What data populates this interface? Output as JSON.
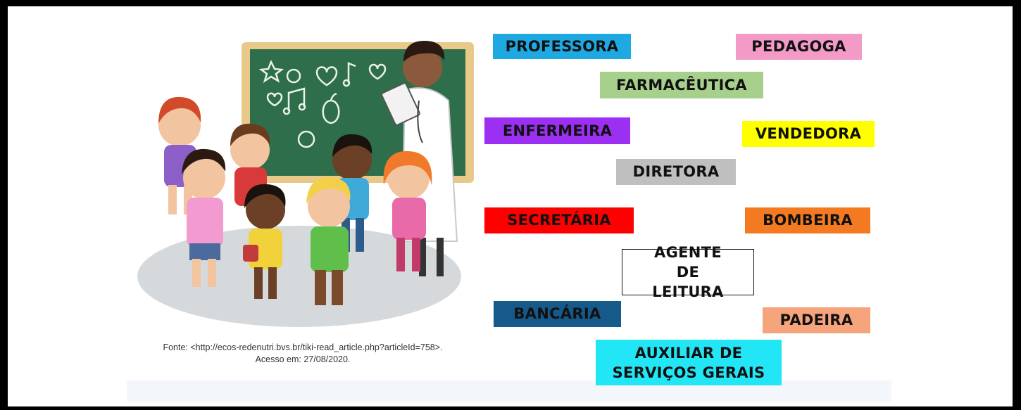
{
  "colors": {
    "board": "#2f6e4a",
    "board_frame": "#e8c98a"
  },
  "labels": [
    {
      "text": "PROFESSORA",
      "color": "#1fa9e3"
    },
    {
      "text": "PEDAGOGA",
      "color": "#f49ac6"
    },
    {
      "text": "FARMACÊUTICA",
      "color": "#a8d08d"
    },
    {
      "text": "ENFERMEIRA",
      "color": "#9b30f2"
    },
    {
      "text": "VENDEDORA",
      "color": "#ffff00"
    },
    {
      "text": "DIRETORA",
      "color": "#bfbfbf"
    },
    {
      "text": "SECRETÁRIA",
      "color": "#ff0000"
    },
    {
      "text": "BOMBEIRA",
      "color": "#f47a22"
    },
    {
      "text": "AGENTE DE LEITURA",
      "color": "#ffffff"
    },
    {
      "text": "BANCÁRIA",
      "color": "#155a8a"
    },
    {
      "text": "PADEIRA",
      "color": "#f6a47c"
    },
    {
      "text": "AUXILIAR DE SERVIÇOS GERAIS",
      "color": "#22e6f5"
    }
  ],
  "caption": {
    "line1": "Fonte: <http://ecos-redenutri.bvs.br/tiki-read_article.php?articleId=758>.",
    "line2": "Acesso em: 27/08/2020."
  }
}
